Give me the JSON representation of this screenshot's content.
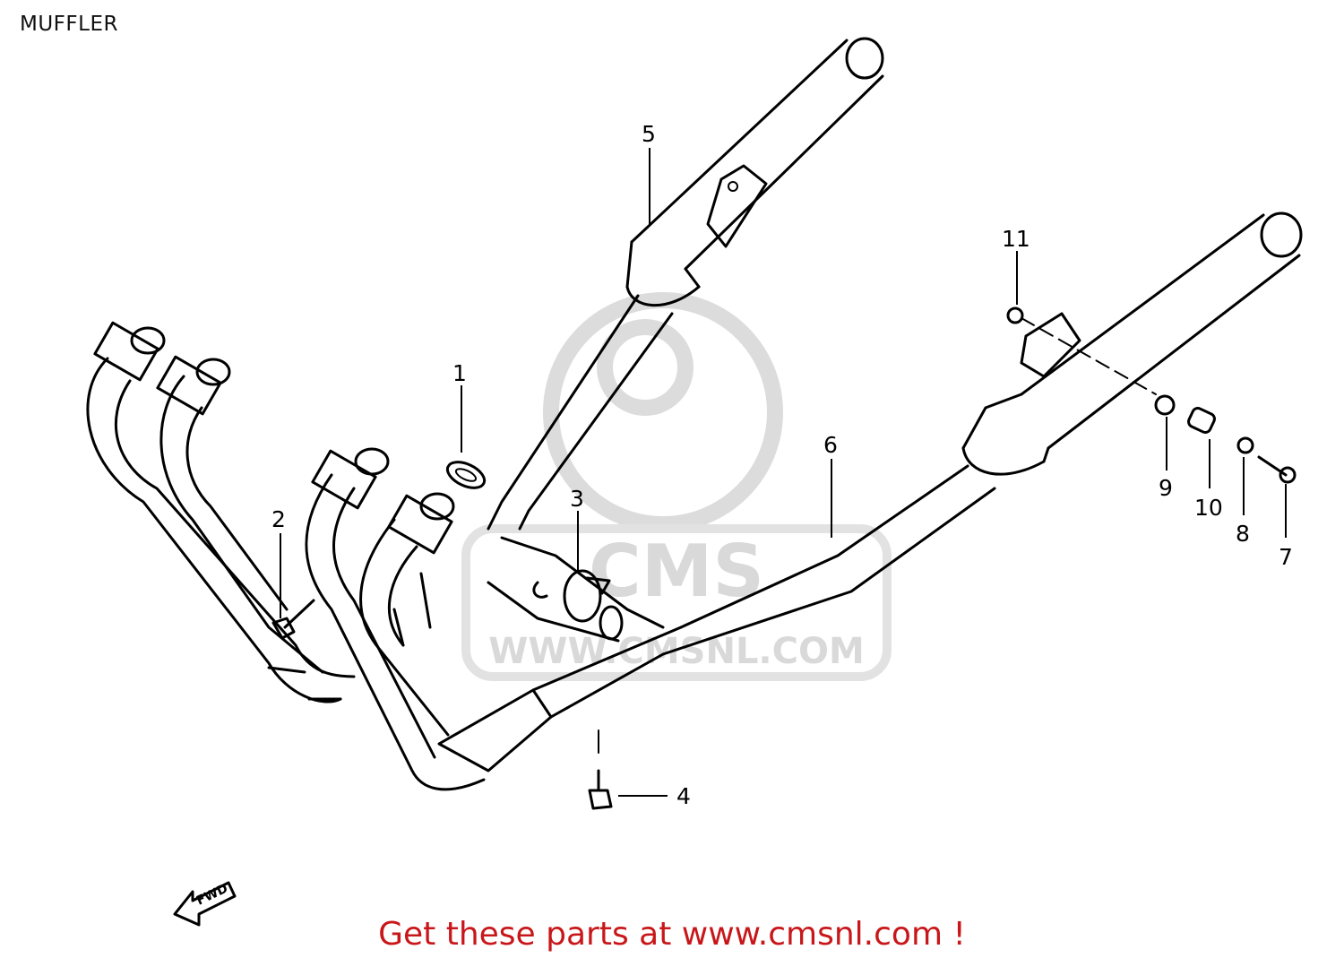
{
  "title": "MUFFLER",
  "watermark": {
    "logo_text": "CMS",
    "url_text": "WWW.CMSNL.COM"
  },
  "fwd_label": "FWD",
  "callouts": [
    {
      "id": "1",
      "label": "1"
    },
    {
      "id": "2",
      "label": "2"
    },
    {
      "id": "3",
      "label": "3"
    },
    {
      "id": "4",
      "label": "4"
    },
    {
      "id": "5",
      "label": "5"
    },
    {
      "id": "6",
      "label": "6"
    },
    {
      "id": "7",
      "label": "7"
    },
    {
      "id": "8",
      "label": "8"
    },
    {
      "id": "9",
      "label": "9"
    },
    {
      "id": "10",
      "label": "10"
    },
    {
      "id": "11",
      "label": "11"
    }
  ],
  "footer": "Get these parts at www.cmsnl.com !",
  "colors": {
    "line": "#000000",
    "footer": "#c8171a",
    "watermark": "#dcdcdc"
  }
}
